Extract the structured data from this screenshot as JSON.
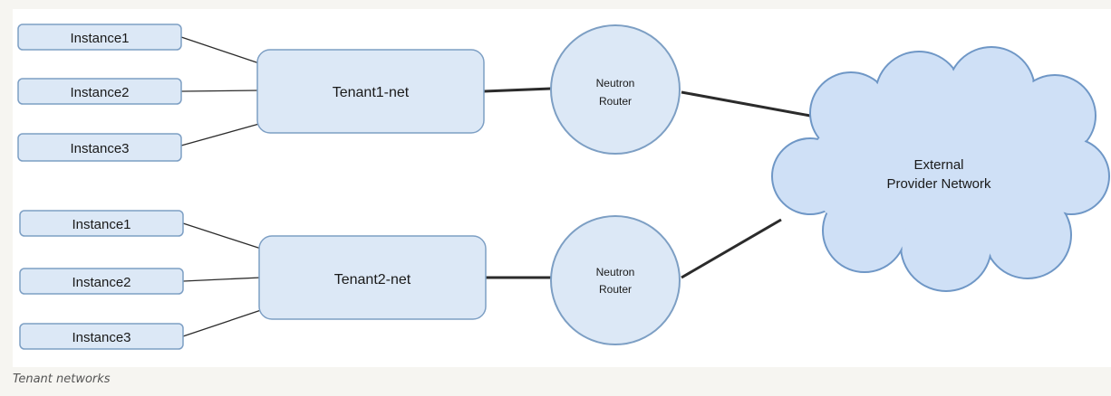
{
  "groups": [
    {
      "network": "Tenant1-net",
      "instances": [
        "Instance1",
        "Instance2",
        "Instance3"
      ],
      "router": [
        "Neutron",
        "Router"
      ]
    },
    {
      "network": "Tenant2-net",
      "instances": [
        "Instance1",
        "Instance2",
        "Instance3"
      ],
      "router": [
        "Neutron",
        "Router"
      ]
    }
  ],
  "external": [
    "External",
    "Provider Network"
  ],
  "caption": "Tenant networks",
  "colors": {
    "node_fill": "#dce8f6",
    "node_stroke": "#7d9fc4",
    "cloud_fill": "#cfe0f6",
    "line": "#2b2b2b"
  }
}
